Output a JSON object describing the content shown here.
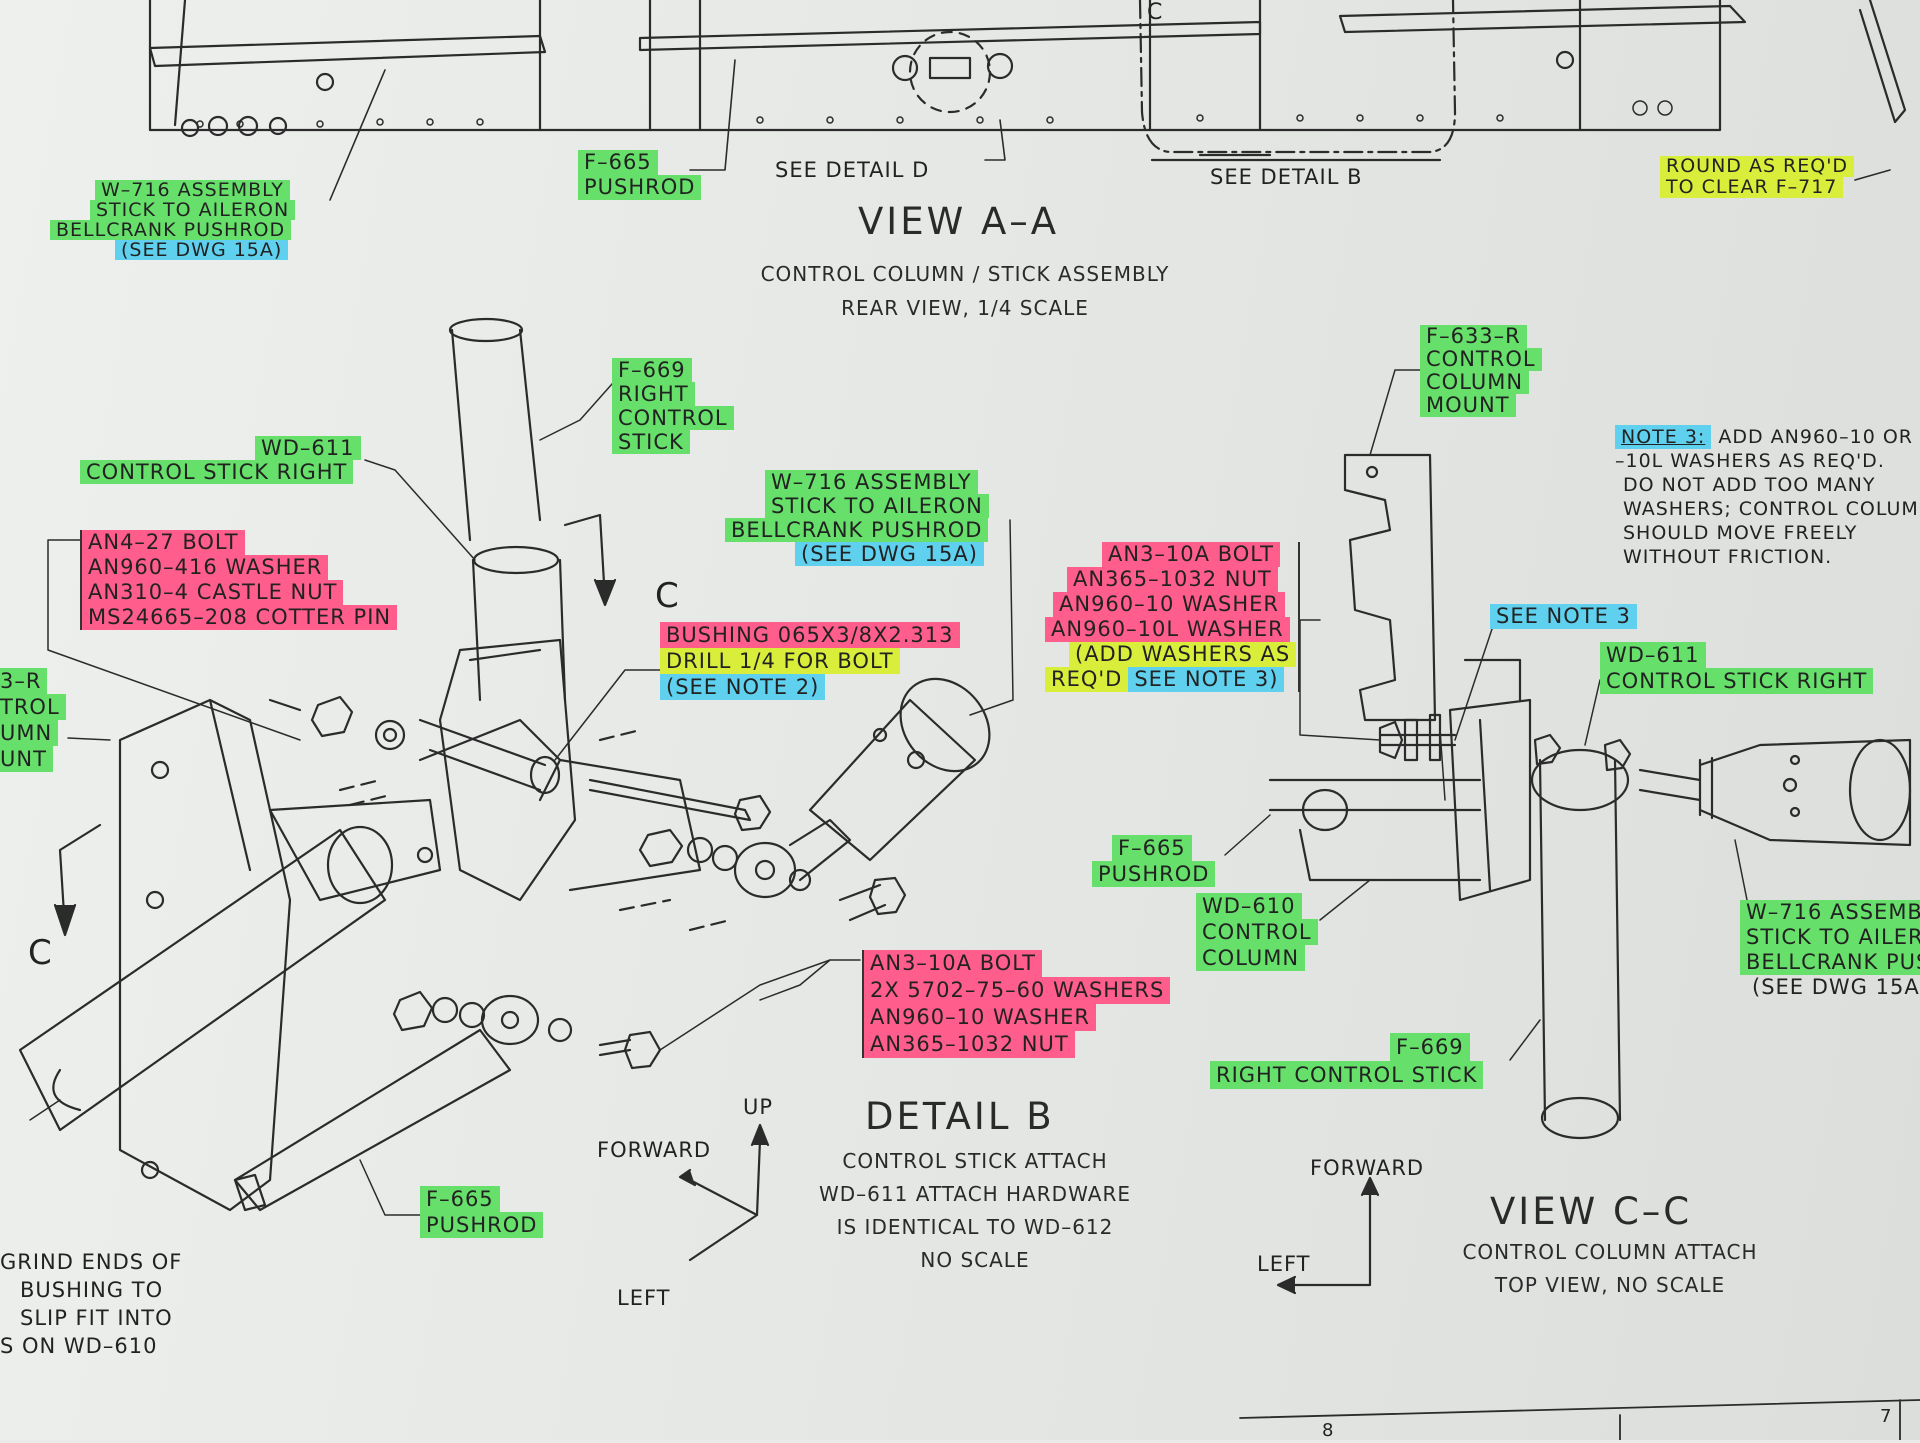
{
  "colors": {
    "green": "#66e06a",
    "pink": "#ff5d8b",
    "yellow": "#d8ee3a",
    "blue": "#5fd1ef",
    "paper": "#e9ebe8",
    "ink": "#2a2a2a"
  },
  "view_aa": {
    "title": "VIEW A–A",
    "sub1": "CONTROL COLUMN / STICK ASSEMBLY",
    "sub2": "REAR VIEW, 1/4 SCALE",
    "see_detail_d": "SEE DETAIL D",
    "see_detail_b": "SEE DETAIL B",
    "section_mark": "C",
    "f665": [
      "F–665",
      "PUSHROD"
    ],
    "w716": [
      "W–716 ASSEMBLY",
      "STICK TO AILERON",
      "BELLCRANK PUSHROD",
      "(SEE DWG 15A)"
    ],
    "round": [
      "ROUND AS REQ'D",
      "TO CLEAR F–717"
    ]
  },
  "detail_b": {
    "title": "DETAIL B",
    "sub": [
      "CONTROL STICK ATTACH",
      "WD–611 ATTACH HARDWARE",
      "IS IDENTICAL TO WD–612",
      "NO SCALE"
    ],
    "f669": [
      "F–669",
      "RIGHT",
      "CONTROL",
      "STICK"
    ],
    "wd611": [
      "WD–611",
      "CONTROL STICK RIGHT"
    ],
    "hardware1": [
      "AN4–27 BOLT",
      "AN960–416 WASHER",
      "AN310–4 CASTLE NUT",
      "MS24665–208 COTTER PIN"
    ],
    "w716": [
      "W–716 ASSEMBLY",
      "STICK TO AILERON",
      "BELLCRANK PUSHROD",
      "(SEE DWG 15A)"
    ],
    "bushing": "BUSHING 065X3/8X2.313",
    "drill": "DRILL 1/4 FOR BOLT",
    "see_note2": "(SEE NOTE 2)",
    "hardware2": [
      "AN3–10A BOLT",
      "2X 5702–75–60 WASHERS",
      "AN960–10 WASHER",
      "AN365–1032 NUT"
    ],
    "f665": [
      "F–665",
      "PUSHROD"
    ],
    "mount_cut": [
      "3–R",
      "TROL",
      "UMN",
      "UNT"
    ],
    "grind_note": [
      "GRIND ENDS OF",
      "BUSHING TO",
      "SLIP FIT INTO",
      "S ON WD–610"
    ],
    "section_mark": "C",
    "axes": {
      "up": "UP",
      "forward": "FORWARD",
      "left": "LEFT"
    }
  },
  "view_cc": {
    "title": "VIEW C–C",
    "sub": [
      "CONTROL COLUMN ATTACH",
      "TOP VIEW, NO SCALE"
    ],
    "f633": [
      "F–633–R",
      "CONTROL",
      "COLUMN",
      "MOUNT"
    ],
    "hardware": [
      "AN3–10A BOLT",
      "AN365–1032 NUT",
      "AN960–10 WASHER",
      "AN960–10L WASHER"
    ],
    "add_washers": [
      "(ADD WASHERS AS",
      "REQ'D",
      "SEE NOTE 3)"
    ],
    "see_note3": "SEE NOTE 3",
    "wd611": [
      "WD–611",
      "CONTROL STICK RIGHT"
    ],
    "f665": [
      "F–665",
      "PUSHROD"
    ],
    "wd610": [
      "WD–610",
      "CONTROL",
      "COLUMN"
    ],
    "f669": [
      "F–669",
      "RIGHT CONTROL STICK"
    ],
    "w716": [
      "W–716 ASSEMB",
      "STICK TO AILER",
      "BELLCRANK PUS",
      "(SEE DWG 15A"
    ],
    "note3": [
      "NOTE 3:",
      "ADD AN960–10 OR",
      "–10L WASHERS AS REQ'D.",
      "DO NOT ADD TOO MANY",
      "WASHERS; CONTROL COLUM",
      "SHOULD MOVE FREELY",
      "WITHOUT FRICTION."
    ],
    "axes": {
      "forward": "FORWARD",
      "left": "LEFT"
    }
  },
  "sheet": {
    "page_number": "8",
    "corner": "7"
  }
}
